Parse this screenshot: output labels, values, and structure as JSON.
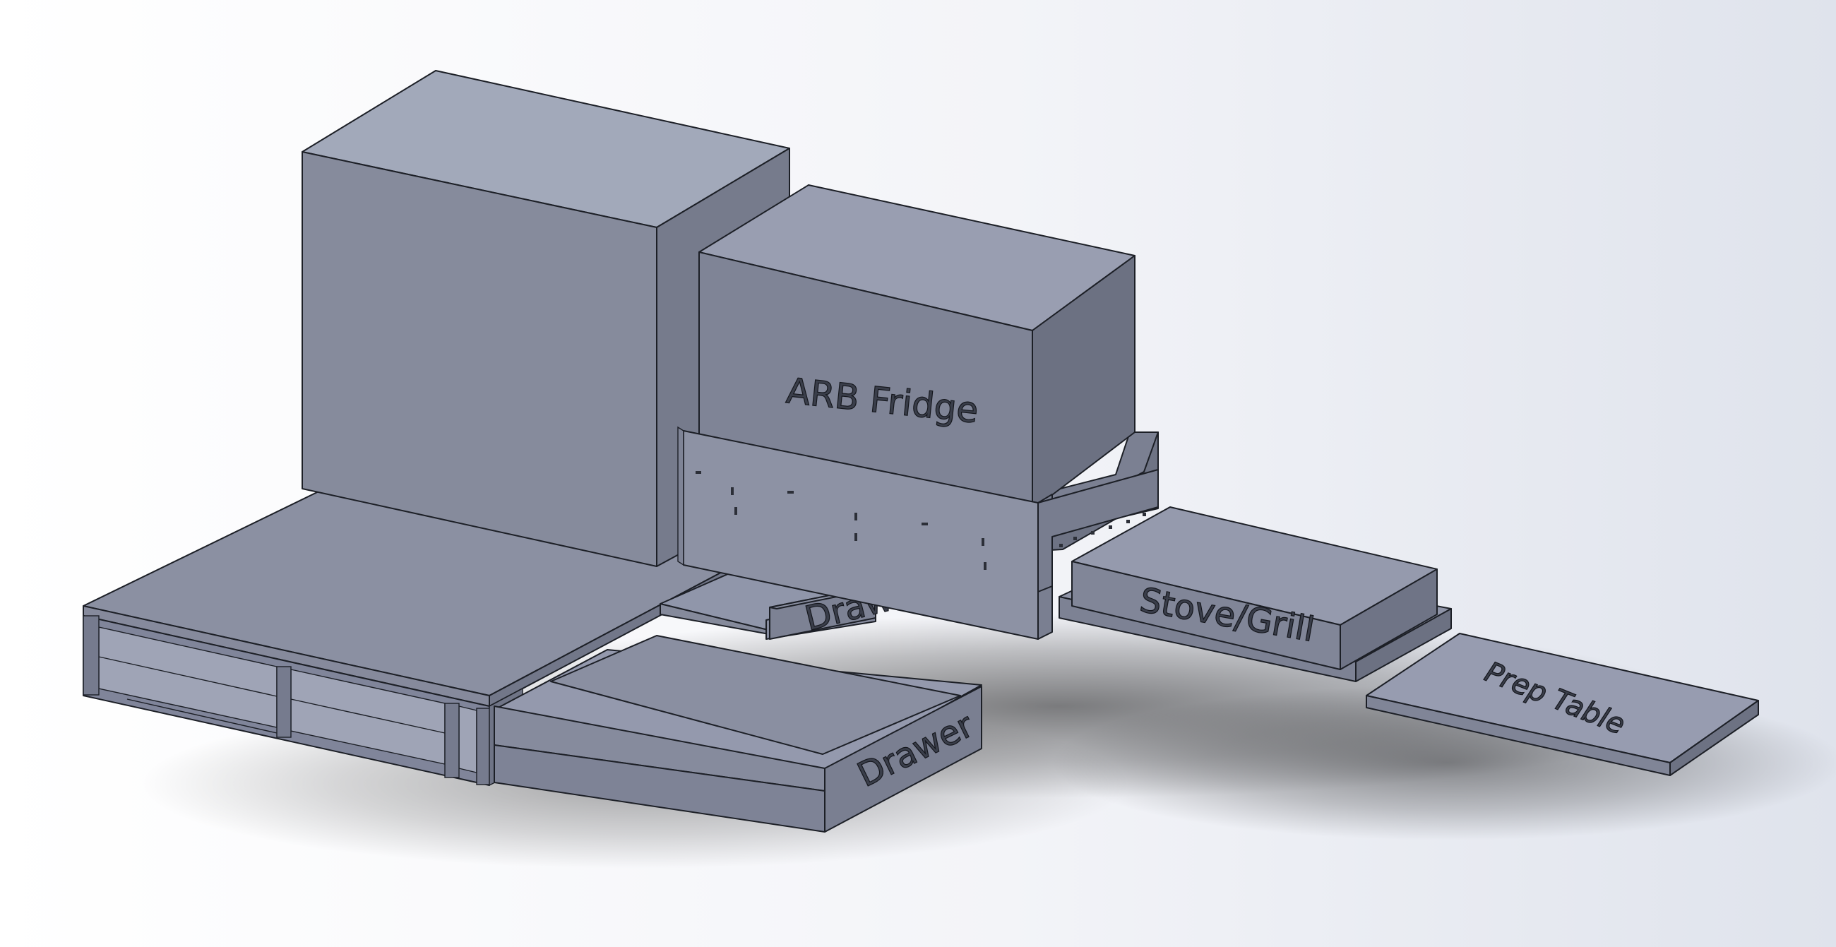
{
  "model": {
    "components": [
      {
        "id": "fridge",
        "label": "ARB Fridge"
      },
      {
        "id": "stove",
        "label": "Stove/Grill"
      },
      {
        "id": "prep",
        "label": "Prep Table"
      },
      {
        "id": "drawer_front",
        "label": "Drawer"
      },
      {
        "id": "drawer_back",
        "label": "Drawe"
      }
    ]
  },
  "colors": {
    "background_left": "#ffffff",
    "background_right": "#dfe3ec",
    "top_face": "#959aae",
    "front_face": "#858a9b",
    "side_face": "#6d7283",
    "edge": "#1c1f26"
  }
}
